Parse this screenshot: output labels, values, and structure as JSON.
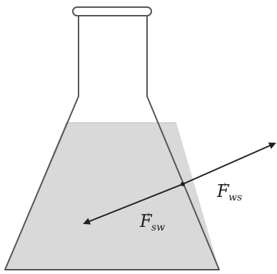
{
  "diagram": {
    "colors": {
      "outline": "#555555",
      "liquid": "#d9d9d9",
      "arrow": "#222222",
      "background": "#ffffff"
    },
    "labels": {
      "fws": {
        "symbol": "F",
        "subscript": "ws",
        "accent": "→"
      },
      "fsw": {
        "symbol": "F",
        "subscript": "sw",
        "accent": "→"
      }
    }
  }
}
